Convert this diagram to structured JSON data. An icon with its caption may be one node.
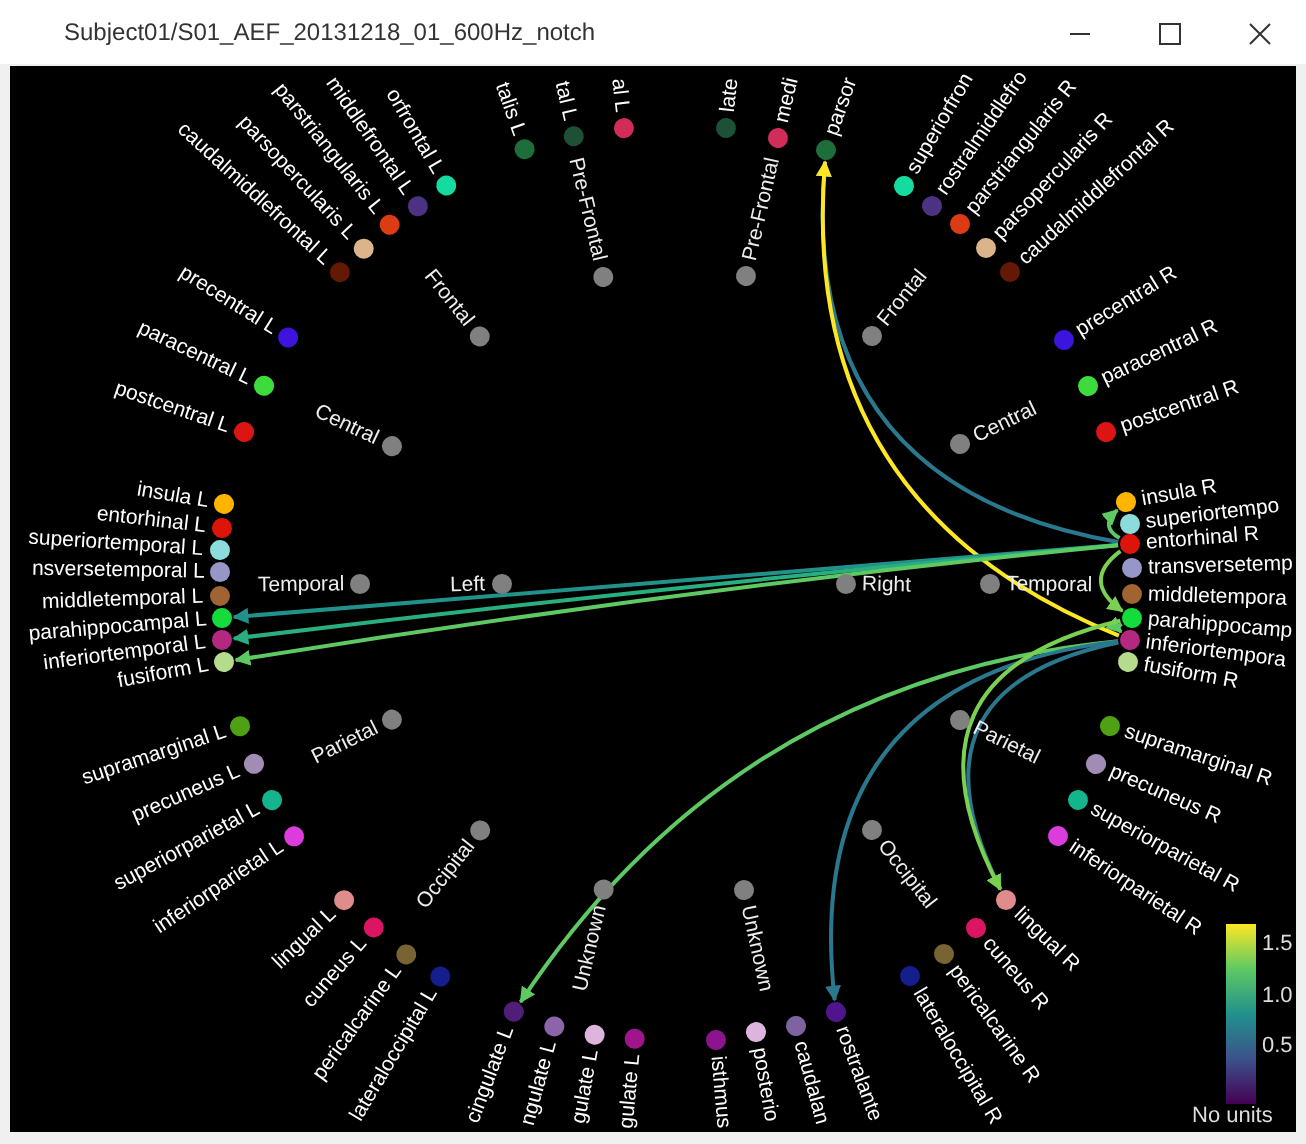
{
  "diagram": {
    "title": "Subject01/S01_AEF_20131218_01_600Hz_notch",
    "nodes": [
      {
        "text": [
          "al L"
        ]
      },
      {
        "text": [
          "tal L"
        ]
      },
      {
        "text": [
          "talis L"
        ]
      },
      {
        "text": [
          "orfrontal L"
        ]
      },
      {
        "text": [
          "middlefrontal L"
        ]
      },
      {
        "text": [
          "parstriangularis L"
        ]
      },
      {
        "text": [
          "parsopercularis L"
        ]
      },
      {
        "text": [
          "caudalmiddlefrontal L"
        ]
      },
      {
        "text": [
          "precentral L"
        ]
      },
      {
        "text": [
          "paracentral L"
        ]
      },
      {
        "text": [
          "postcentral L"
        ]
      },
      {
        "text": [
          "insula L"
        ]
      },
      {
        "text": [
          "entorhinal L"
        ]
      },
      {
        "text": [
          "superiortemporal L"
        ]
      },
      {
        "text": [
          "nsversetemporal L"
        ]
      },
      {
        "text": [
          "middletemporal L"
        ]
      },
      {
        "text": [
          "parahippocampal L"
        ]
      },
      {
        "text": [
          "inferiortemporal L"
        ]
      },
      {
        "text": [
          "fusiform L"
        ]
      },
      {
        "text": [
          "supramarginal L"
        ]
      },
      {
        "text": [
          "precuneus L"
        ]
      },
      {
        "text": [
          "superiorparietal L"
        ]
      },
      {
        "text": [
          "inferiorparietal L"
        ]
      },
      {
        "text": [
          "lingual L"
        ]
      },
      {
        "text": [
          "cuneus L"
        ]
      },
      {
        "text": [
          "pericalcarine L"
        ]
      },
      {
        "text": [
          "lateraloccipital L"
        ]
      },
      {
        "text": [
          "cingulate L"
        ]
      },
      {
        "text": [
          "ngulate L"
        ]
      },
      {
        "text": [
          "gulate L"
        ]
      },
      {
        "text": [
          "gulate L"
        ]
      },
      {
        "text": [
          "isthmus"
        ]
      },
      {
        "text": [
          "posterio"
        ]
      },
      {
        "text": [
          "caudalan"
        ]
      },
      {
        "text": [
          "rostralante"
        ]
      },
      {
        "text": [
          "lateraloccipital R"
        ]
      },
      {
        "text": [
          "pericalcarine R"
        ]
      },
      {
        "text": [
          "cuneus R"
        ]
      },
      {
        "text": [
          "lingual R"
        ]
      },
      {
        "text": [
          "inferiorparietal R"
        ]
      },
      {
        "text": [
          "superiorparietal R"
        ]
      },
      {
        "text": [
          "precuneus R"
        ]
      },
      {
        "text": [
          "supramarginal R"
        ]
      },
      {
        "text": [
          "fusiform R"
        ]
      },
      {
        "text": [
          "inferiortempora"
        ]
      },
      {
        "text": [
          "parahippocamp"
        ]
      },
      {
        "text": [
          "middletempora"
        ]
      },
      {
        "text": [
          "transversetemp"
        ]
      },
      {
        "text": [
          "entorhinal R"
        ]
      },
      {
        "text": [
          "superiortempo"
        ]
      },
      {
        "text": [
          "insula R"
        ]
      },
      {
        "text": [
          "postcentral R"
        ]
      },
      {
        "text": [
          "paracentral R"
        ]
      },
      {
        "text": [
          "precentral R"
        ]
      },
      {
        "text": [
          "caudalmiddlefrontal R"
        ]
      },
      {
        "text": [
          "parsopercularis R"
        ]
      },
      {
        "text": [
          "parstriangularis R"
        ]
      },
      {
        "text": [
          "rostralmiddlefro"
        ]
      },
      {
        "text": [
          "superiorfron"
        ]
      },
      {
        "text": [
          "parsor"
        ]
      },
      {
        "text": [
          "medi"
        ]
      },
      {
        "text": [
          "late"
        ]
      },
      {
        "text": [
          "Pre-Frontal"
        ]
      },
      {
        "text": [
          "Frontal"
        ]
      },
      {
        "text": [
          "Central"
        ]
      },
      {
        "text": [
          "Temporal"
        ]
      },
      {
        "text": [
          "Left"
        ]
      },
      {
        "text": [
          "Parietal"
        ]
      },
      {
        "text": [
          "Occipital"
        ]
      },
      {
        "text": [
          "Unknown"
        ]
      },
      {
        "text": [
          "Unknown"
        ]
      },
      {
        "text": [
          "Occipital"
        ]
      },
      {
        "text": [
          "Parietal"
        ]
      },
      {
        "text": [
          "Temporal"
        ]
      },
      {
        "text": [
          "Right"
        ]
      },
      {
        "text": [
          "Central"
        ]
      },
      {
        "text": [
          "Frontal"
        ]
      },
      {
        "text": [
          "Pre-Frontal"
        ]
      }
    ],
    "edges": [
      {
        "from": 48,
        "to": 59,
        "arrow": "to",
        "color": "#2a788e"
      },
      {
        "from": 44,
        "to": 59,
        "arrow": "to",
        "color": "#fde725"
      },
      {
        "from": 48,
        "to": 16,
        "arrow": "to",
        "color": "#21918c"
      },
      {
        "from": 48,
        "to": 17,
        "arrow": "to",
        "color": "#29af7f"
      },
      {
        "from": 48,
        "to": 18,
        "arrow": "to",
        "color": "#5ec962"
      },
      {
        "from": 48,
        "to": 50,
        "arrow": "to",
        "color": "#5ec962"
      },
      {
        "from": 48,
        "to": 45,
        "arrow": "to",
        "color": "#7ad151"
      },
      {
        "from": 45,
        "to": 44,
        "arrow": "to",
        "color": "#5ec962"
      },
      {
        "from": 44,
        "to": 27,
        "arrow": "to",
        "color": "#5ec962"
      },
      {
        "from": 44,
        "to": 34,
        "arrow": "to",
        "color": "#2a788e"
      },
      {
        "from": 44,
        "to": 38,
        "arrow": "to",
        "color": "#2a788e"
      },
      {
        "from": 45,
        "to": 38,
        "arrow": "to",
        "color": "#7ad151"
      }
    ],
    "labels": [
      "1.5",
      "1.0",
      "0.5",
      "No units"
    ]
  }
}
